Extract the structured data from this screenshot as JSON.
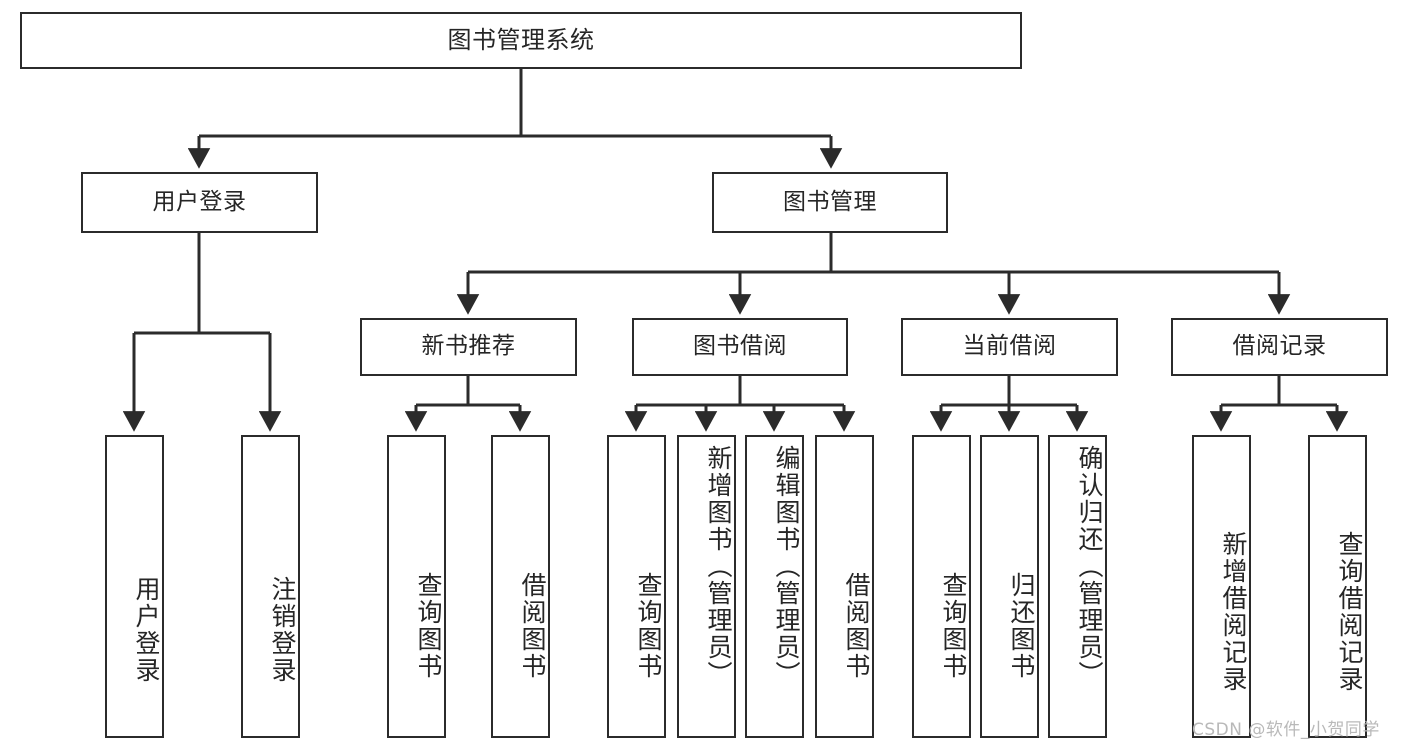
{
  "diagram": {
    "title": "图书管理系统",
    "type": "tree-hierarchy-chart",
    "colors": {
      "stroke": "#2b2b2b",
      "text": "#262626",
      "background": "#ffffff",
      "watermark": "#b9b9b9"
    },
    "root": {
      "label": "图书管理系统"
    },
    "level2": [
      {
        "label": "用户登录"
      },
      {
        "label": "图书管理"
      }
    ],
    "level3": [
      {
        "label": "新书推荐"
      },
      {
        "label": "图书借阅"
      },
      {
        "label": "当前借阅"
      },
      {
        "label": "借阅记录"
      }
    ],
    "leaves": {
      "user_login": [
        {
          "label": "用户登录"
        },
        {
          "label": "注销登录"
        }
      ],
      "new_book_recommend": [
        {
          "label": "查询图书"
        },
        {
          "label": "借阅图书"
        }
      ],
      "book_borrow": [
        {
          "label": "查询图书"
        },
        {
          "label": "新增图书（管理员）"
        },
        {
          "label": "编辑图书（管理员）"
        },
        {
          "label": "借阅图书"
        }
      ],
      "current_borrow": [
        {
          "label": "查询图书"
        },
        {
          "label": "归还图书"
        },
        {
          "label": "确认归还（管理员）"
        }
      ],
      "borrow_record": [
        {
          "label": "新增借阅记录"
        },
        {
          "label": "查询借阅记录"
        }
      ]
    }
  },
  "watermark": {
    "text": "CSDN @软件_小贺同学"
  }
}
